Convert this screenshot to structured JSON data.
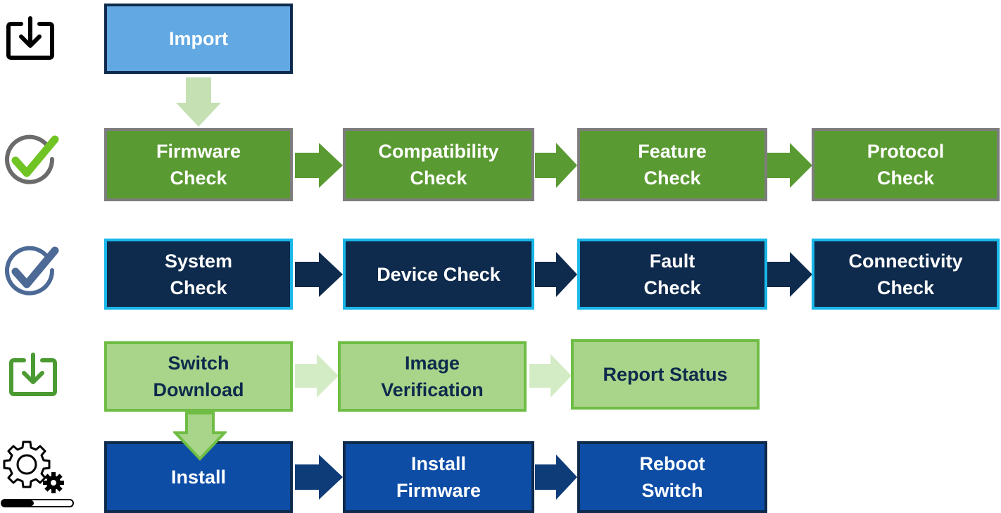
{
  "rows": {
    "import": {
      "boxes": [
        "Import"
      ]
    },
    "check": {
      "boxes": [
        "Firmware\nCheck",
        "Compatibility\nCheck",
        "Feature\nCheck",
        "Protocol\nCheck"
      ]
    },
    "system": {
      "boxes": [
        "System\nCheck",
        "Device Check",
        "Fault\nCheck",
        "Connectivity\nCheck"
      ]
    },
    "download": {
      "boxes": [
        "Switch\nDownload",
        "Image\nVerification",
        "Report Status"
      ]
    },
    "install": {
      "boxes": [
        "Install",
        "Install\nFirmware",
        "Reboot\nSwitch"
      ]
    }
  },
  "colors": {
    "import_fill": "#62a8e3",
    "green_fill": "#5a9a32",
    "navy_fill": "#0e2a4c",
    "light_green_fill": "#a8d58a",
    "blue_fill": "#0d4da6",
    "cyan_border": "#19b7e8"
  },
  "icons": {
    "row1": "download-tray-icon",
    "row2": "green-check-circle-icon",
    "row3": "blue-check-circle-icon",
    "row4": "download-tray-icon",
    "row5": "gears-progress-icon"
  }
}
